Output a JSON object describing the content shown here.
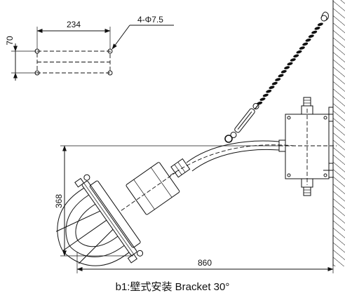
{
  "caption": "b1:壁式安装 Bracket 30°",
  "hole_plan": {
    "width_dim": "234",
    "height_dim": "70",
    "hole_callout": "4-Φ7.5"
  },
  "fixture": {
    "height_dim": "368",
    "length_dim": "860"
  }
}
